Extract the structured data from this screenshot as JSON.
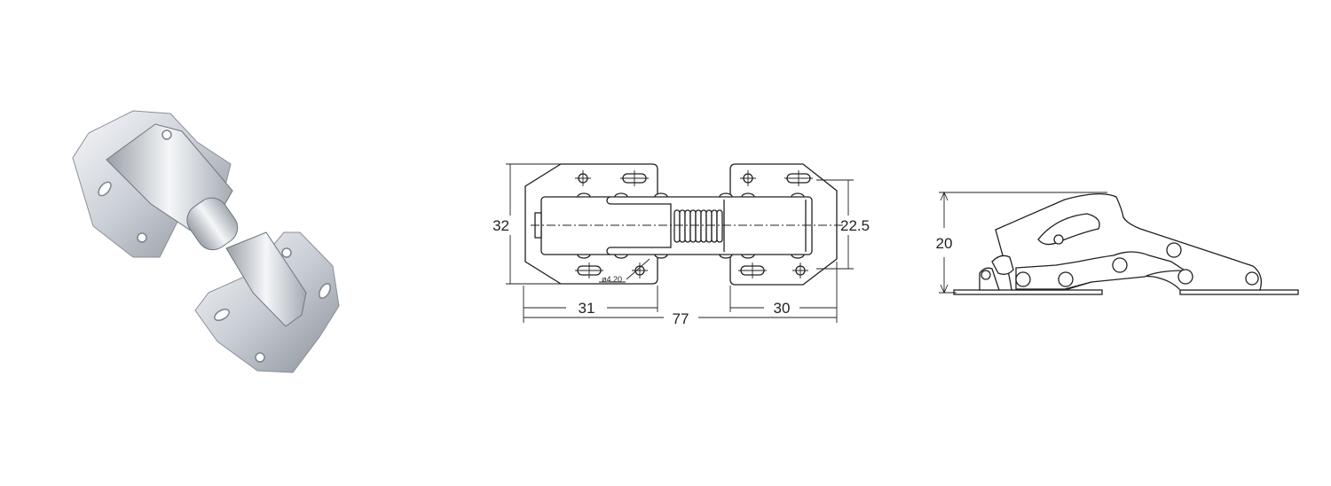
{
  "dimensions": {
    "height": "32",
    "hole_spacing": "22.5",
    "left_plate_width": "31",
    "right_plate_width": "30",
    "overall_length": "77",
    "hole_diameter": "ø4.20",
    "side_height": "20"
  },
  "colors": {
    "line": "#231f20",
    "metal_light": "#eef0f3",
    "metal_dark": "#7d838c"
  }
}
